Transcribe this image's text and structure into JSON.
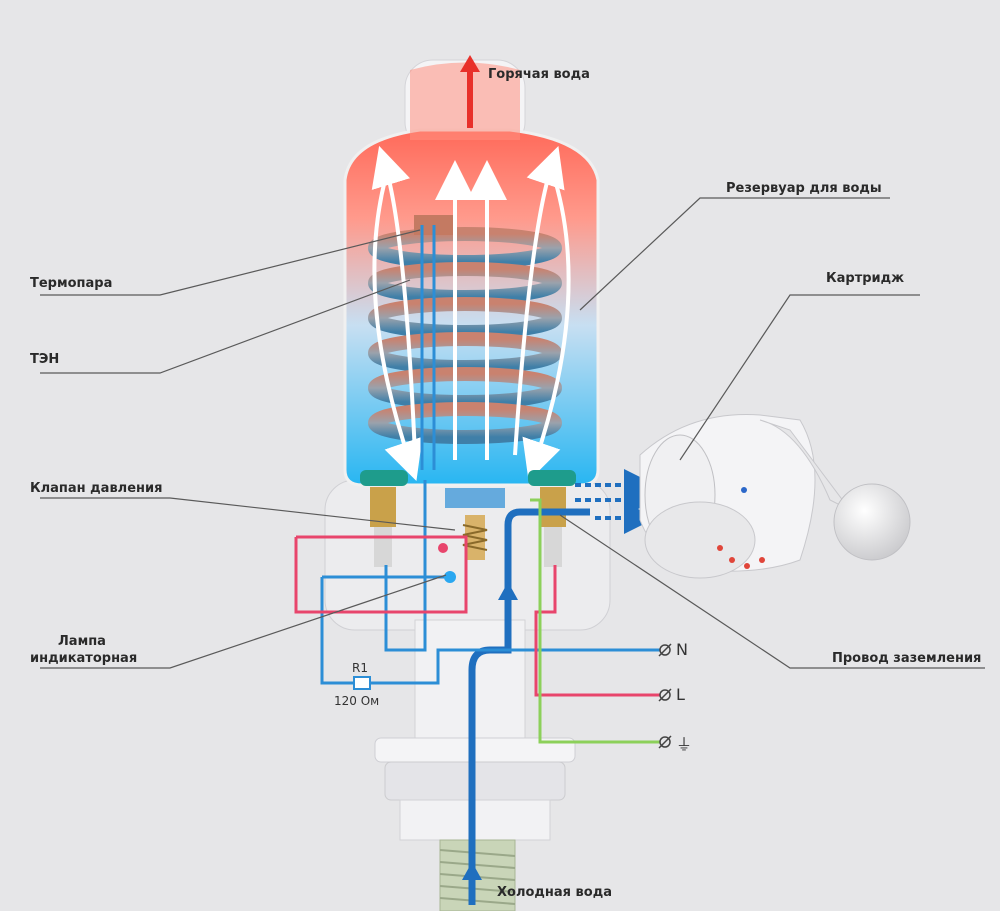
{
  "labels": {
    "hot_water": "Горячая вода",
    "reservoir": "Резервуар для воды",
    "thermocouple": "Термопара",
    "heater": "ТЭН",
    "cartridge": "Картридж",
    "pressure_valve": "Клапан давления",
    "lamp_line1": "Лампа",
    "lamp_line2": "индикаторная",
    "ground_wire": "Провод заземления",
    "cold_water": "Холодная вода"
  },
  "terminals": {
    "neutral": "N",
    "live": "L",
    "ground_symbol": "⏚"
  },
  "resistor": {
    "name": "R1",
    "value": "120 Ом"
  },
  "colors": {
    "hot": "#ff5a4a",
    "cold": "#2aa7f0",
    "wire_blue": "#2c8ed6",
    "wire_red": "#e8456c",
    "wire_green": "#8cd05a",
    "flow_arrow_blue": "#1f6fbf",
    "hot_arrow": "#e8302a"
  }
}
